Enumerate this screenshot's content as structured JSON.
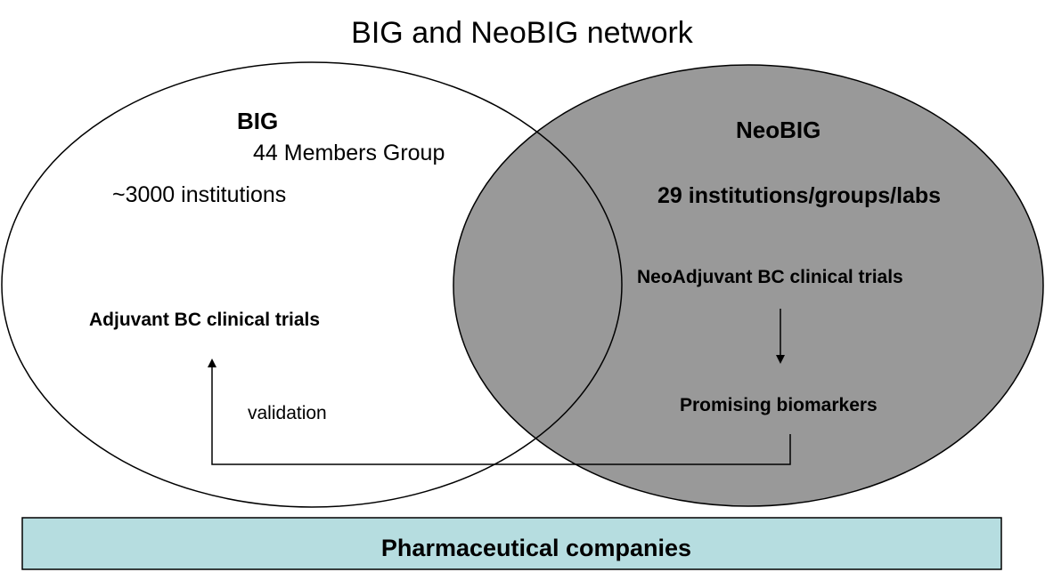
{
  "title": "BIG and NeoBIG network",
  "big": {
    "name": "BIG",
    "members": "44 Members Group",
    "institutions": "~3000 institutions",
    "trials": "Adjuvant BC clinical trials"
  },
  "neobig": {
    "name": "NeoBIG",
    "institutions": "29 institutions/groups/labs",
    "trials": "NeoAdjuvant BC clinical trials",
    "biomarkers": "Promising biomarkers"
  },
  "validation_label": "validation",
  "pharma_label": "Pharmaceutical companies",
  "colors": {
    "neobig_fill": "#999999",
    "pharma_fill": "#b6dde0",
    "stroke": "#000000"
  }
}
